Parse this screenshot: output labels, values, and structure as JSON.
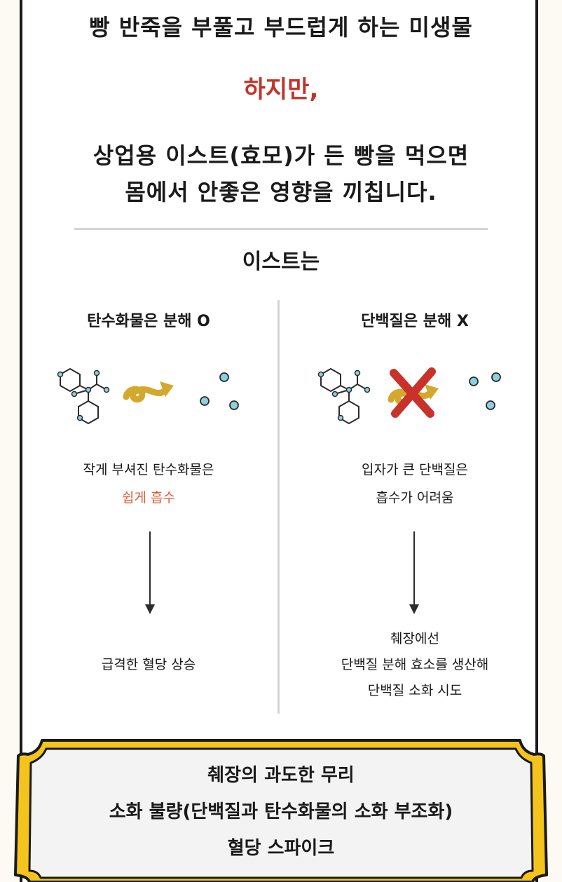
{
  "intro": {
    "line1": "빵 반죽을 부풀고 부드럽게 하는 미생물",
    "however": "하지만,",
    "line2": "상업용 이스트(효모)가 든 빵을 먹으면",
    "line3": "몸에서 안좋은 영향을 끼칩니다."
  },
  "section_title": "이스트는",
  "left": {
    "title": "탄수화물은 분해 O",
    "note_line1": "작게 부셔진 탄수화물은",
    "note_line2": "쉽게 흡수",
    "result": "급격한 혈당 상승"
  },
  "right": {
    "title": "단백질은 분해 X",
    "note_line1": "입자가 큰 단백질은",
    "note_line2": "흡수가 어려움",
    "result_line1": "췌장에선",
    "result_line2": "단백질 분해 효소를 생산해",
    "result_line3": "단백질 소화 시도"
  },
  "summary": {
    "line1": "췌장의 과도한 무리",
    "line2": "소화 불량(단백질과 탄수화물의 소화 부조화)",
    "line3": "혈당 스파이크"
  },
  "colors": {
    "accent_red": "#c0342a",
    "highlight_orange": "#e25b3a",
    "arrow_gold": "#d4a82c",
    "frame_gold": "#f4c41c",
    "molecule_node": "#8fd0e0",
    "cross_red": "#c8322b"
  },
  "icons": {
    "molecule": "molecule-icon",
    "digest_arrow": "swirl-arrow-icon",
    "particles": "particles-icon",
    "blocked": "cross-icon"
  }
}
